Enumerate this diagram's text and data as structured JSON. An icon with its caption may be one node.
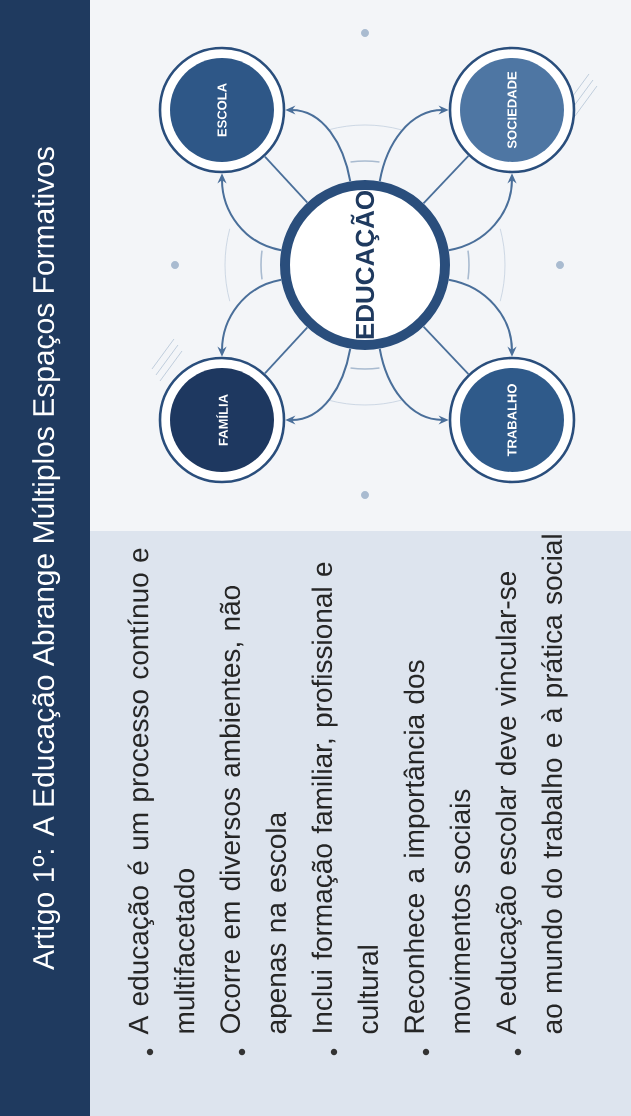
{
  "diagram": {
    "title": "Artigo 1º: A Educação Abrange Múltiplos Espaços Formativos",
    "nodes": [
      {
        "text": [
          "FAMÍLIA"
        ]
      },
      {
        "text": [
          "ESCOLA"
        ]
      },
      {
        "text": [
          "EDUCAÇÃO"
        ]
      },
      {
        "text": [
          "TRABALHO"
        ]
      },
      {
        "text": [
          "SOCIEDADE"
        ]
      }
    ],
    "edges": [
      {
        "from": 2,
        "to": 0,
        "arrow": "to"
      },
      {
        "from": 2,
        "to": 0,
        "arrow": "to"
      },
      {
        "from": 2,
        "to": 0,
        "arrow": "none"
      },
      {
        "from": 2,
        "to": 1,
        "arrow": "to"
      },
      {
        "from": 2,
        "to": 1,
        "arrow": "to"
      },
      {
        "from": 2,
        "to": 1,
        "arrow": "none"
      },
      {
        "from": 2,
        "to": 3,
        "arrow": "to"
      },
      {
        "from": 2,
        "to": 3,
        "arrow": "to"
      },
      {
        "from": 2,
        "to": 3,
        "arrow": "none"
      },
      {
        "from": 2,
        "to": 4,
        "arrow": "to"
      },
      {
        "from": 2,
        "to": 4,
        "arrow": "to"
      },
      {
        "from": 2,
        "to": 4,
        "arrow": "none"
      }
    ],
    "labels": [
      "A educação é um processo contínuo e multifacetado",
      "Ocorre em diversos ambientes, não apenas na escola",
      "Inclui formação familiar, profissional e cultural",
      "Reconhece a importância dos movimentos sociais",
      "A educação escolar deve vincular-se ao mundo do trabalho e à prática social"
    ]
  }
}
